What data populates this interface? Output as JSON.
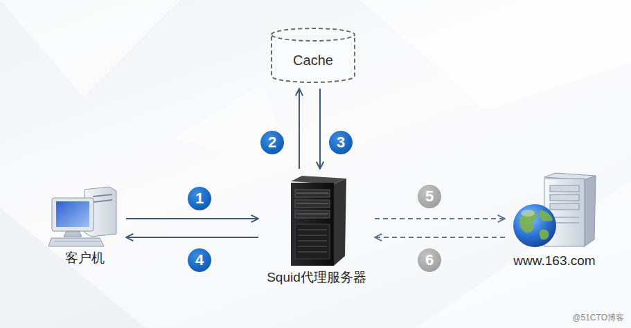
{
  "diagram": {
    "nodes": [
      {
        "text": [
          "Cache"
        ]
      },
      {
        "text": [
          "客户机"
        ]
      },
      {
        "text": [
          "Squid代理服务器"
        ]
      },
      {
        "text": [
          "www.163.com"
        ]
      }
    ],
    "edges": [
      {
        "from": 1,
        "to": 2,
        "arrow": "to",
        "label": "1"
      },
      {
        "from": 2,
        "to": 0,
        "arrow": "to",
        "label": "2"
      },
      {
        "from": 0,
        "to": 2,
        "arrow": "to",
        "label": "3"
      },
      {
        "from": 2,
        "to": 1,
        "arrow": "to",
        "label": "4"
      },
      {
        "from": 2,
        "to": 3,
        "arrow": "to",
        "label": "5"
      },
      {
        "from": 3,
        "to": 2,
        "arrow": "to",
        "label": "6"
      }
    ],
    "labels": [
      "@51CTO博客"
    ]
  }
}
